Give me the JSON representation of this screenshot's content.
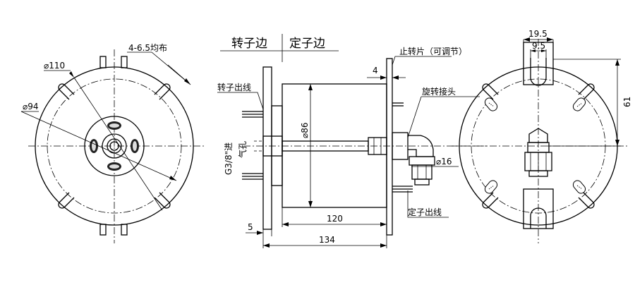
{
  "left_view": {
    "holes_label": "4-6.5均布",
    "outer_dia": "⌀110",
    "pcd_dia": "⌀94"
  },
  "side_view": {
    "rotor_side": "转子边",
    "stator_side": "定子边",
    "stop_tab": "止转片（可调节）",
    "rotor_wire": "转子出线",
    "stator_wire": "定子出线",
    "swivel": "旋转接头",
    "air_inlet_a": "G3/8\"进",
    "air_inlet_b": "气孔",
    "dim_tab": "4",
    "dim_body_dia": "⌀86",
    "dim_fitting_dia": "⌀16",
    "dim_flange": "5",
    "dim_body_len": "120",
    "dim_total_len": "134"
  },
  "right_view": {
    "dim_width": "19.5",
    "dim_slot": "9.5",
    "dim_height": "61"
  }
}
